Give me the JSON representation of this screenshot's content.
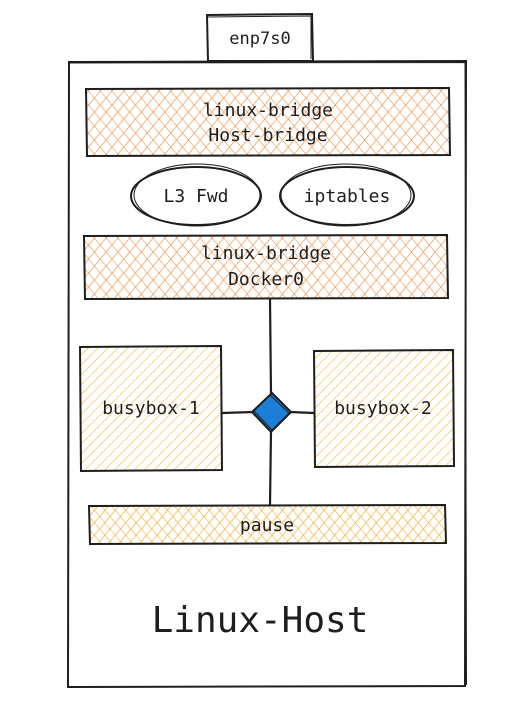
{
  "colors": {
    "stroke": "#1e1e1e",
    "bridge_fill": "#f08c3c",
    "pod_fill": "#fab232",
    "pause_fill": "#f5a623",
    "switch_fill": "#1c7ed6",
    "background": "#ffffff"
  },
  "nic": {
    "label": "enp7s0"
  },
  "host_bridge": {
    "line1": "linux-bridge",
    "line2": "Host-bridge"
  },
  "l3fwd": {
    "label": "L3 Fwd"
  },
  "iptables": {
    "label": "iptables"
  },
  "docker_bridge": {
    "line1": "linux-bridge",
    "line2": "Docker0"
  },
  "busybox1": {
    "label": "busybox-1"
  },
  "busybox2": {
    "label": "busybox-2"
  },
  "pause": {
    "label": "pause"
  },
  "host": {
    "label": "Linux-Host"
  },
  "switch": {
    "icon": "diamond-switch-icon"
  }
}
